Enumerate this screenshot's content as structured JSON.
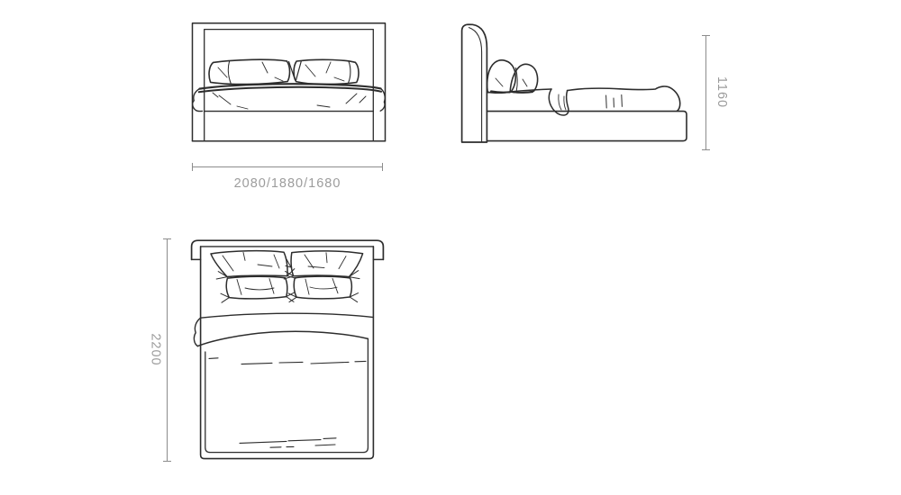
{
  "dimensions": {
    "front_width": "2080/1880/1680",
    "side_height": "1160",
    "plan_length": "2200"
  },
  "colors": {
    "sketch": "#2d2d2d",
    "dimension": "#8c8c8c",
    "dimension_text": "#9c9c9c",
    "background": "#ffffff"
  }
}
